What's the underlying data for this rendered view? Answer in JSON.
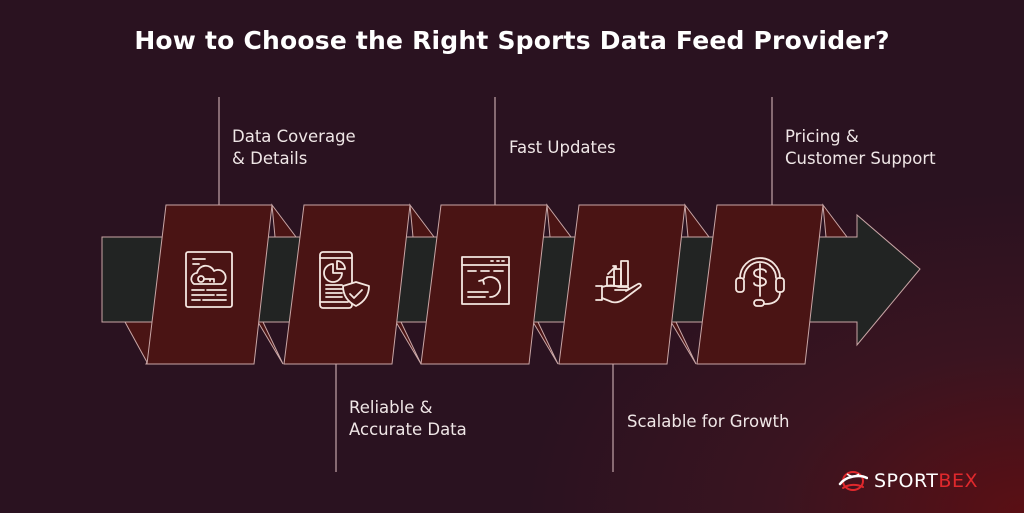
{
  "title": "How to Choose the Right Sports Data Feed Provider?",
  "colors": {
    "background": "#2a1220",
    "panel_fill": "#4a1414",
    "arrow_fill": "#222423",
    "stroke": "#c9a6a6",
    "icon_stroke": "#f4e6e0",
    "brand_white": "#ffffff",
    "brand_red": "#e0282c"
  },
  "steps": [
    {
      "label_line1": "Data Coverage",
      "label_line2": "& Details",
      "position": "top",
      "icon": "cloud-key-document-icon"
    },
    {
      "label_line1": "Reliable &",
      "label_line2": "Accurate Data",
      "position": "bottom",
      "icon": "phone-chart-shield-check-icon"
    },
    {
      "label_line1": "Fast Updates",
      "label_line2": "",
      "position": "top",
      "icon": "browser-refresh-icon"
    },
    {
      "label_line1": "Scalable for Growth",
      "label_line2": "",
      "position": "bottom",
      "icon": "hand-growth-chart-icon"
    },
    {
      "label_line1": "Pricing &",
      "label_line2": "Customer Support",
      "position": "top",
      "icon": "headset-dollar-icon"
    }
  ],
  "brand": {
    "name_part1": "SPORT",
    "name_part2": "BEX",
    "icon": "globe-swoosh-logo-icon"
  }
}
